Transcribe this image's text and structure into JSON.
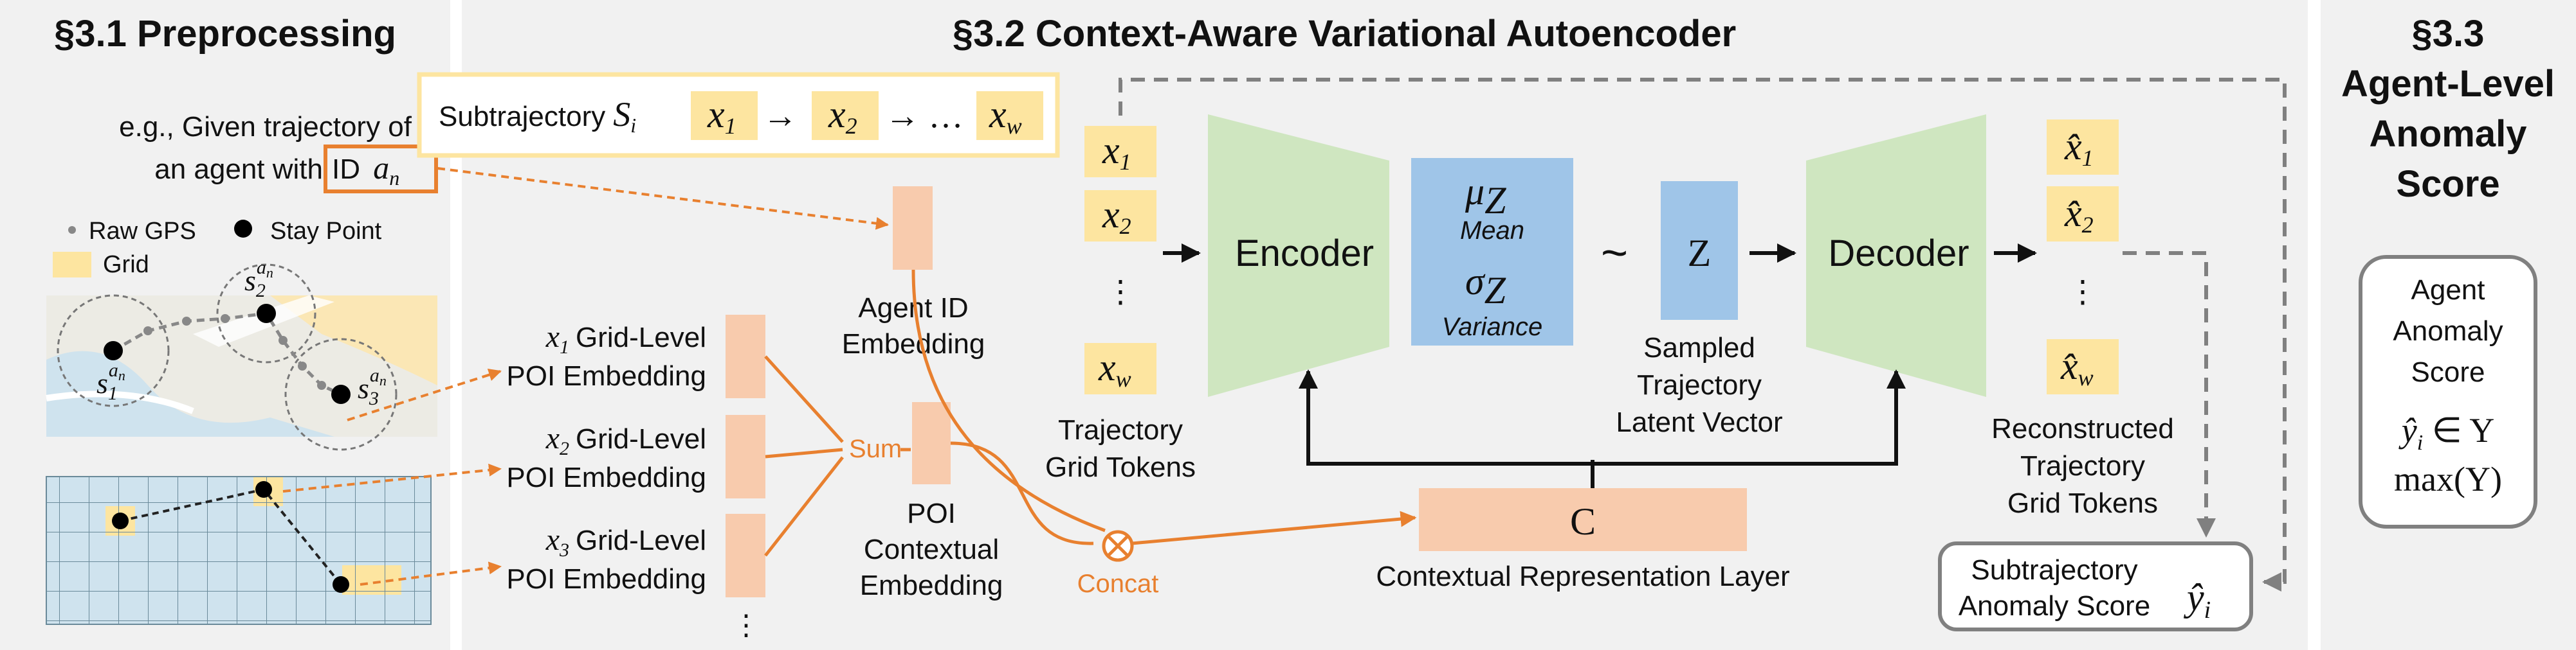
{
  "sections": {
    "preprocessing": {
      "title": "§3.1 Preprocessing",
      "example_line1": "e.g., Given trajectory of",
      "example_line2": "an agent with",
      "id_label_prefix": "ID",
      "id_var": "a",
      "id_sub": "n",
      "legend_raw_gps": "Raw GPS",
      "legend_stay_point": "Stay Point",
      "legend_grid": "Grid",
      "stay_points": [
        {
          "base": "s",
          "sub": "1",
          "sup": "a",
          "supsub": "n"
        },
        {
          "base": "s",
          "sub": "2",
          "sup": "a",
          "supsub": "n"
        },
        {
          "base": "s",
          "sub": "3",
          "sup": "a",
          "supsub": "n"
        }
      ],
      "poi_embeddings": [
        {
          "var": "x",
          "sub": "1",
          "line1": "Grid-Level",
          "line2": "POI Embedding"
        },
        {
          "var": "x",
          "sub": "2",
          "line1": "Grid-Level",
          "line2": "POI Embedding"
        },
        {
          "var": "x",
          "sub": "3",
          "line1": "Grid-Level",
          "line2": "POI Embedding"
        }
      ],
      "ellipsis": "⋮",
      "sum_label": "Sum",
      "poi_ctx_line1": "POI",
      "poi_ctx_line2": "Contextual",
      "poi_ctx_line3": "Embedding",
      "concat_label": "Concat"
    },
    "cvae": {
      "title": "§3.2 Context-Aware Variational Autoencoder",
      "subtrajectory_label": "Subtrajectory",
      "subtrajectory_var": "S",
      "subtrajectory_sub": "i",
      "tokens": [
        {
          "var": "x",
          "sub": "1"
        },
        {
          "var": "x",
          "sub": "2"
        },
        {
          "var": "x",
          "sub": "w"
        }
      ],
      "arrow_sep": "→",
      "arrow_dots": "→ …",
      "agent_id_line1": "Agent ID",
      "agent_id_line2": "Embedding",
      "traj_tokens_line1": "Trajectory",
      "traj_tokens_line2": "Grid Tokens",
      "encoder": "Encoder",
      "decoder": "Decoder",
      "mu": "μ",
      "mu_sub": "Z",
      "mean": "Mean",
      "sigma": "σ",
      "sigma_sub": "Z",
      "variance": "Variance",
      "tilde": "~",
      "z": "Z",
      "sampled_line1": "Sampled",
      "sampled_line2": "Trajectory",
      "sampled_line3": "Latent Vector",
      "c": "C",
      "ctx_layer": "Contextual Representation Layer",
      "recon_tokens": [
        {
          "var": "x̂",
          "sub": "1"
        },
        {
          "var": "x̂",
          "sub": "2"
        },
        {
          "var": "x̂",
          "sub": "w"
        }
      ],
      "recon_line1": "Reconstructed",
      "recon_line2": "Trajectory",
      "recon_line3": "Grid Tokens",
      "sub_score_line1": "Subtrajectory",
      "sub_score_line2": "Anomaly Score",
      "yhat": "ŷ",
      "yhat_sub": "i"
    },
    "agent_score": {
      "title_line1": "§3.3",
      "title_line2": "Agent-Level",
      "title_line3": "Anomaly",
      "title_line4": "Score",
      "box_line1": "Agent",
      "box_line2": "Anomaly",
      "box_line3": "Score",
      "formula_y": "ŷ",
      "formula_sub": "i",
      "formula_rest": " ∈ Y",
      "formula_max": "max(Y)"
    }
  },
  "colors": {
    "section_bg": "#f1f1f1",
    "token_yellow": "#fde5a0",
    "embed_peach": "#f8cbad",
    "encoder_green": "#cfe6c0",
    "latent_blue": "#9fc5e8",
    "orange": "#e8802f",
    "gray_dash": "#808080"
  }
}
